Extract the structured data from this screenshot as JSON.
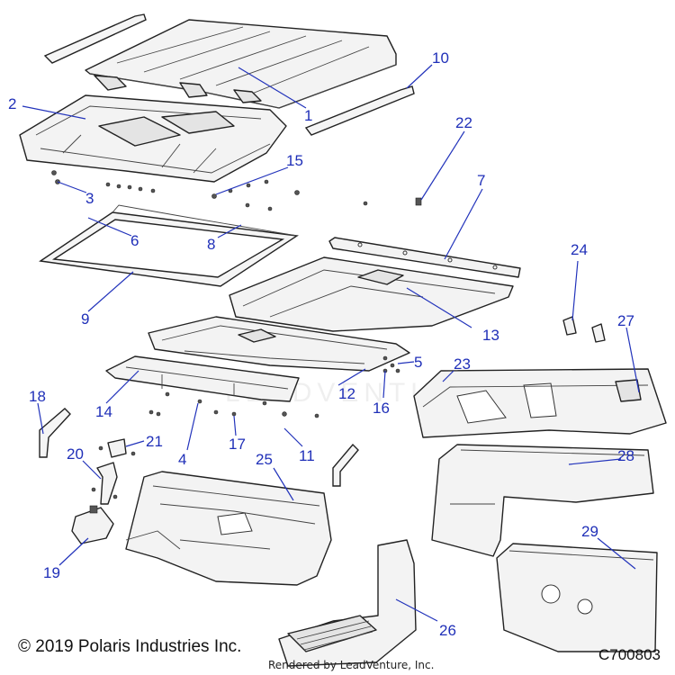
{
  "diagram": {
    "callouts": {
      "c1": "1",
      "c2": "2",
      "c3": "3",
      "c4": "4",
      "c5": "5",
      "c6": "6",
      "c7": "7",
      "c8": "8",
      "c9": "9",
      "c10": "10",
      "c11": "11",
      "c12": "12",
      "c13": "13",
      "c14": "14",
      "c15": "15",
      "c16": "16",
      "c17": "17",
      "c18": "18",
      "c19": "19",
      "c20": "20",
      "c21": "21",
      "c22": "22",
      "c23": "23",
      "c24": "24",
      "c25": "25",
      "c26": "26",
      "c27": "27",
      "c28": "28",
      "c29": "29"
    },
    "callout_color": "#1f2fb8",
    "watermark": "LEADVENTURE"
  },
  "footer": {
    "copyright": "© 2019 Polaris Industries Inc.",
    "drawing_id": "C700803",
    "rendered_by": "Rendered by LeadVenture, Inc."
  }
}
